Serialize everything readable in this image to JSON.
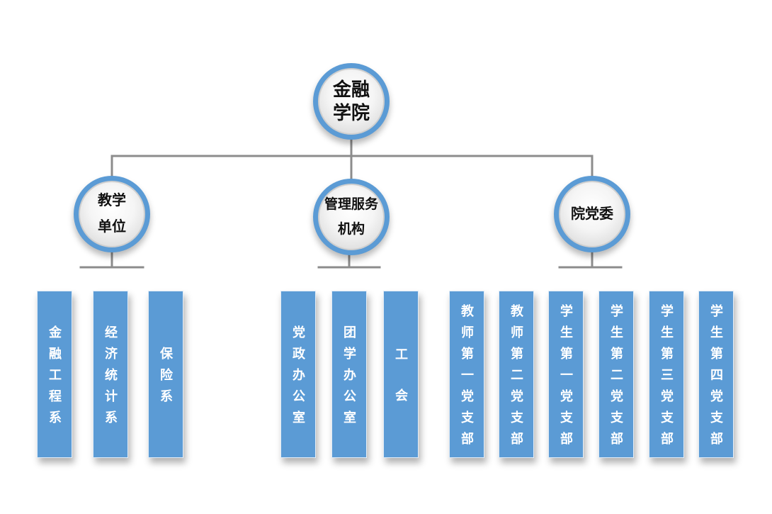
{
  "root": {
    "lines": [
      "金融",
      "学院"
    ]
  },
  "branches": [
    {
      "lines": [
        "教学",
        "单位"
      ],
      "children": [
        "金融工程系",
        "经济统计系",
        "保险系"
      ]
    },
    {
      "lines": [
        "管理服务",
        "机构"
      ],
      "children": [
        "党政办公室",
        "团学办公室",
        "工会"
      ]
    },
    {
      "lines": [
        "院党委"
      ],
      "children": [
        "教师第一党支部",
        "教师第二党支部",
        "学生第一党支部",
        "学生第二党支部",
        "学生第三党支部",
        "学生第四党支部"
      ]
    }
  ],
  "colors": {
    "accent": "#5b9bd5",
    "connector": "#8c8c8c",
    "leaf_text": "#ffffff",
    "node_text": "#111111"
  }
}
